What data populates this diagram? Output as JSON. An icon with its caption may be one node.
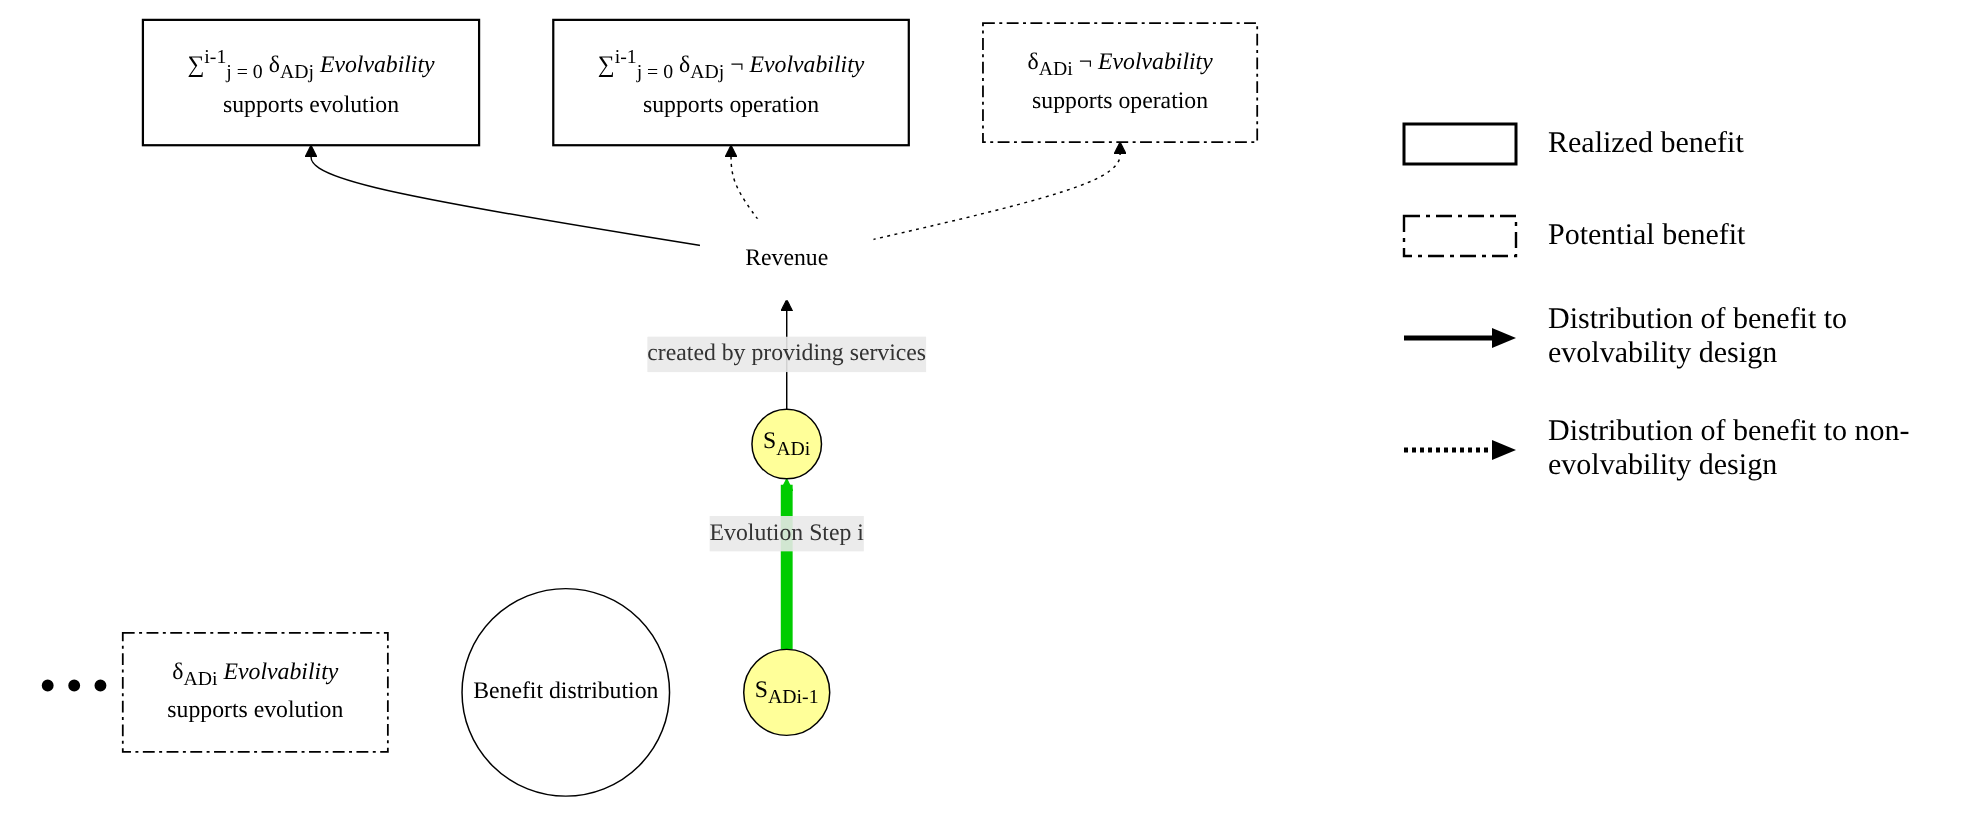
{
  "diagram": {
    "nodes": [
      {
        "text": [
          "∑$^{i-1}$$_{j = 0}$ δ$_{ADj}$ *Evolvability*",
          "supports evolution"
        ]
      },
      {
        "text": [
          "∑$^{i-1}$$_{j = 0}$ δ$_{ADj}$ ¬ *Evolvability*",
          "supports operation"
        ]
      },
      {
        "text": [
          "δ$_{ADi}$ *Evolvability*",
          "supports evolution"
        ]
      },
      {
        "text": [
          "δ$_{ADi}$ ¬ *Evolvability*",
          "supports operation"
        ]
      },
      {
        "text": [
          "Revenue"
        ]
      },
      {
        "text": [
          "Benefit distribution"
        ]
      },
      {
        "text": [
          "S$_{ADi-1}$"
        ]
      },
      {
        "text": [
          "S$_{ADi}$"
        ]
      }
    ],
    "edges": [
      {
        "from": 6,
        "to": 7,
        "arrow": "to",
        "label": "Evolution Step i",
        "style": "thick",
        "color": "#00cc00"
      },
      {
        "from": 7,
        "to": 4,
        "arrow": "to",
        "label": "created by providing services"
      },
      {
        "from": 4,
        "to": 0,
        "arrow": "to"
      },
      {
        "from": 4,
        "to": 1,
        "arrow": "to",
        "style": "dashed"
      },
      {
        "from": 4,
        "to": 3,
        "arrow": "to",
        "style": "dashed"
      }
    ],
    "labels": [
      "• • •"
    ],
    "legend": [
      {
        "text": "Realized benefit"
      },
      {
        "text": "Potential benefit"
      },
      {
        "text": "Distribution of benefit to evolvability design"
      },
      {
        "text": "Distribution of benefit to non-evolvability design"
      }
    ]
  }
}
